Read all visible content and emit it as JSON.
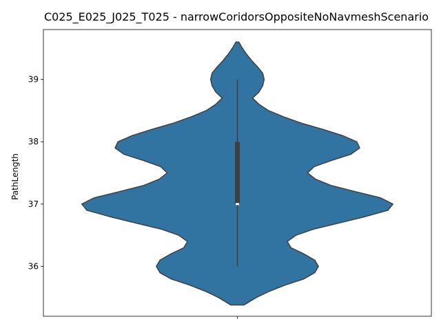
{
  "chart_data": {
    "type": "violin",
    "title": "C025_E025_J025_T025 - narrowCoridorsOppositeNoNavmeshScenario",
    "xlabel": "",
    "ylabel": "PathLength",
    "ylim": [
      35.2,
      39.8
    ],
    "yticks": [
      36,
      37,
      38,
      39
    ],
    "grid": false,
    "legend": "none",
    "color": "#3274a1",
    "edge_color": "#3f3f3f",
    "series": [
      {
        "density": [
          [
            35.38,
            0.09
          ],
          [
            35.5,
            0.26
          ],
          [
            35.6,
            0.44
          ],
          [
            35.7,
            0.66
          ],
          [
            35.8,
            0.92
          ],
          [
            35.9,
            1.07
          ],
          [
            36.0,
            1.12
          ],
          [
            36.1,
            1.07
          ],
          [
            36.2,
            0.92
          ],
          [
            36.3,
            0.74
          ],
          [
            36.4,
            0.69
          ],
          [
            36.5,
            0.81
          ],
          [
            36.6,
            1.06
          ],
          [
            36.7,
            1.42
          ],
          [
            36.8,
            1.77
          ],
          [
            36.9,
            2.08
          ],
          [
            37.0,
            2.15
          ],
          [
            37.1,
            1.98
          ],
          [
            37.2,
            1.63
          ],
          [
            37.3,
            1.29
          ],
          [
            37.4,
            1.08
          ],
          [
            37.5,
            0.97
          ],
          [
            37.6,
            1.06
          ],
          [
            37.7,
            1.3
          ],
          [
            37.8,
            1.57
          ],
          [
            37.9,
            1.69
          ],
          [
            38.0,
            1.65
          ],
          [
            38.1,
            1.45
          ],
          [
            38.2,
            1.18
          ],
          [
            38.3,
            0.88
          ],
          [
            38.4,
            0.64
          ],
          [
            38.5,
            0.43
          ],
          [
            38.6,
            0.3
          ],
          [
            38.7,
            0.21
          ],
          [
            38.8,
            0.3
          ],
          [
            38.9,
            0.35
          ],
          [
            39.0,
            0.37
          ],
          [
            39.1,
            0.35
          ],
          [
            39.2,
            0.28
          ],
          [
            39.3,
            0.2
          ],
          [
            39.4,
            0.13
          ],
          [
            39.5,
            0.07
          ],
          [
            39.6,
            0.02
          ]
        ],
        "min": 36.0,
        "q1": 37.0,
        "median": 37.0,
        "q3": 38.0,
        "max": 39.0
      }
    ]
  }
}
